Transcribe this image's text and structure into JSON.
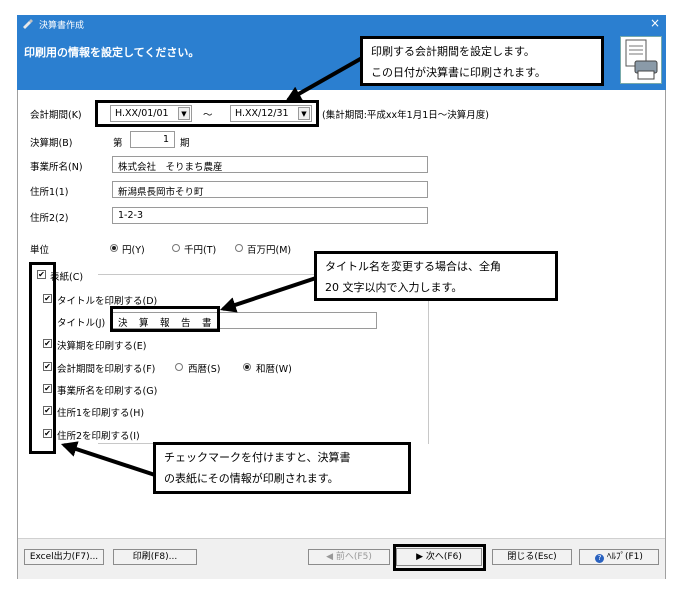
{
  "window": {
    "title": "決算書作成",
    "close_glyph": "×"
  },
  "header": {
    "title": "印刷用の情報を設定してください。"
  },
  "form": {
    "period": {
      "label": "会計期間(K)",
      "from": "H.XX/01/01",
      "separator": "～",
      "to": "H.XX/12/31",
      "note": "(集計期間:平成xx年1月1日～決算月度)"
    },
    "term": {
      "label": "決算期(B)",
      "prefix": "第",
      "value": "1",
      "suffix": "期"
    },
    "company": {
      "label": "事業所名(N)",
      "value": "株式会社　そりまち農産"
    },
    "address1": {
      "label": "住所1(1)",
      "value": "新潟県長岡市そり町"
    },
    "address2": {
      "label": "住所2(2)",
      "value": "1-2-3"
    },
    "unit": {
      "label": "単位",
      "options": [
        "円(Y)",
        "千円(T)",
        "百万円(M)"
      ],
      "selected": 0
    },
    "cover": {
      "label": "表紙(C)",
      "checked": true
    },
    "print_title": {
      "label": "タイトルを印刷する(D)",
      "checked": true
    },
    "title_field": {
      "label": "タイトル(J)",
      "value": "決　算　報　告　書"
    },
    "print_term": {
      "label": "決算期を印刷する(E)",
      "checked": true
    },
    "print_period": {
      "label": "会計期間を印刷する(F)",
      "checked": true,
      "options": [
        "西暦(S)",
        "和暦(W)"
      ],
      "selected": 1
    },
    "print_company": {
      "label": "事業所名を印刷する(G)",
      "checked": true
    },
    "print_address1": {
      "label": "住所1を印刷する(H)",
      "checked": true
    },
    "print_address2": {
      "label": "住所2を印刷する(I)",
      "checked": true
    }
  },
  "callouts": {
    "top": [
      "印刷する会計期間を設定します。",
      "この日付が決算書に印刷されます。"
    ],
    "middle": [
      "タイトル名を変更する場合は、全角",
      "20 文字以内で入力します。"
    ],
    "bottom": [
      "チェックマークを付けますと、決算書",
      "の表紙にその情報が印刷されます。"
    ]
  },
  "buttons": {
    "excel": "Excel出力(F7)...",
    "print": "印刷(F8)...",
    "prev": "◀ 前へ(F5)",
    "next": "▶ 次へ(F6)",
    "close": "閉じる(Esc)",
    "help": "ﾍﾙﾌﾟ(F1)"
  },
  "check_glyph": "✔",
  "colors": {
    "title_bar": "#2b7fd0",
    "header": "#2b7fd0"
  }
}
